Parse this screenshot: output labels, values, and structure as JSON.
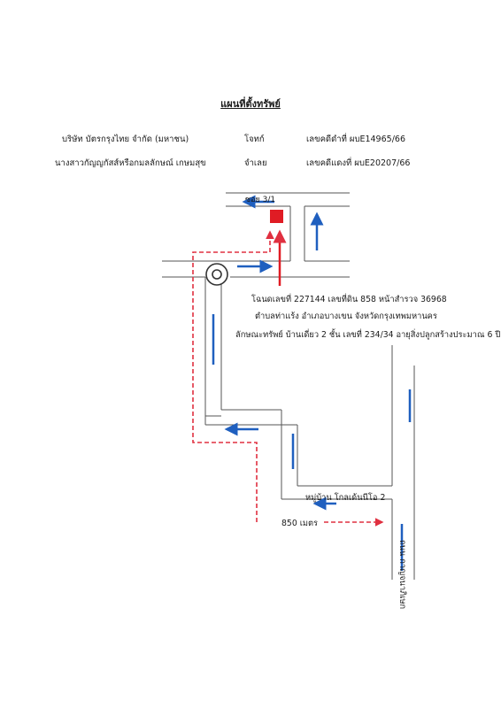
{
  "document": {
    "title": "แผนที่ตั้งทรัพย์",
    "parties": [
      {
        "name": "บริษัท บัตรกรุงไทย จำกัด (มหาชน)",
        "role": "โจทก์",
        "case": "เลขคดีดำที่ ผบE14965/66"
      },
      {
        "name": "นางสาวกัญญกัสส์หรือกมลลักษณ์  เกษมสุข",
        "role": "จำเลย",
        "case": "เลขคดีแดงที่ ผบE20207/66"
      }
    ]
  },
  "map": {
    "soi_label": "ซอย 3/1",
    "property_info": [
      "โฉนดเลขที่ 227144 เลขที่ดิน 858 หน้าสำรวจ 36968",
      "ตำบลท่าแร้ง  อำเภอบางเขน  จังหวัดกรุงเทพมหานคร",
      "ลักษณะทรัพย์ บ้านเดี่ยว 2 ชั้น เลขที่ 234/34 อายุสิ่งปลูกสร้างประมาณ  6  ปี"
    ],
    "village_label": "หมู่บ้าน โกลเด้นนีโอ 2",
    "distance_label": "850 เมตร",
    "road_label": "ถนน กาญจนาภิเษก",
    "colors": {
      "road_line": "#555555",
      "traffic_arrow": "#1f5fbf",
      "route": "#e03040",
      "marker": "#e01c24"
    }
  }
}
